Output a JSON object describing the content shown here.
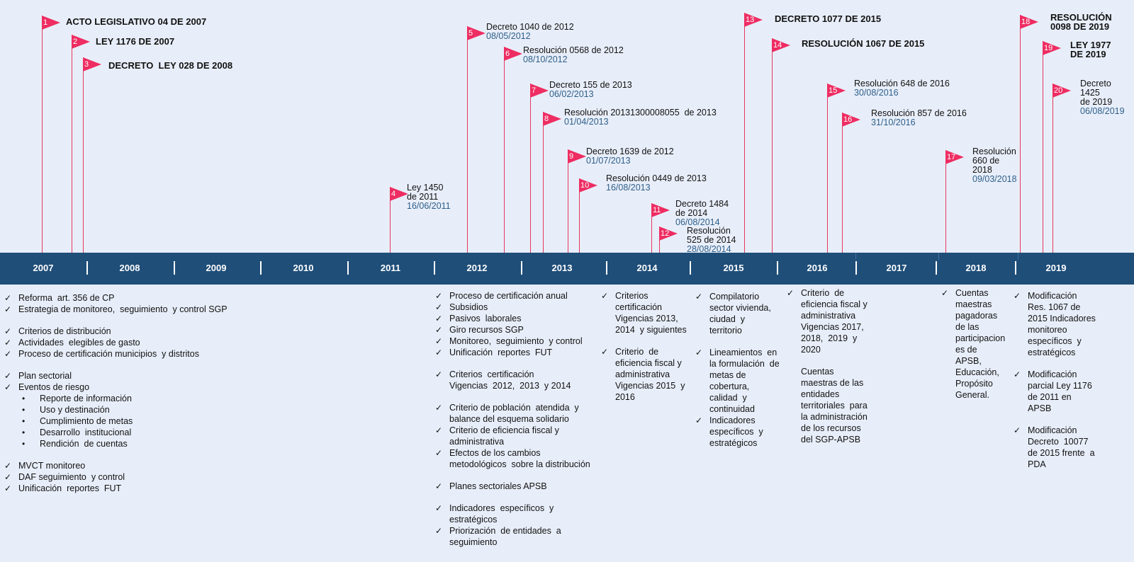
{
  "milestones": [
    {
      "n": "1",
      "title": "ACTO LEGISLATIVO 04 DE 2007",
      "date": ""
    },
    {
      "n": "2",
      "title": "LEY 1176 DE 2007",
      "date": ""
    },
    {
      "n": "3",
      "title": "DECRETO  LEY 028 DE 2008",
      "date": ""
    },
    {
      "n": "4",
      "title": "Ley 1450\nde 2011",
      "date": "16/06/2011"
    },
    {
      "n": "5",
      "title": "Decreto 1040 de 2012",
      "date": "08/05/2012"
    },
    {
      "n": "6",
      "title": "Resolución 0568 de 2012",
      "date": "08/10/2012"
    },
    {
      "n": "7",
      "title": "Decreto 155 de 2013",
      "date": "06/02/2013"
    },
    {
      "n": "8",
      "title": "Resolución 20131300008055  de 2013",
      "date": "01/04/2013"
    },
    {
      "n": "9",
      "title": "Decreto 1639 de 2012",
      "date": "01/07/2013"
    },
    {
      "n": "10",
      "title": "Resolución 0449 de 2013",
      "date": "16/08/2013"
    },
    {
      "n": "11",
      "title": "Decreto 1484\nde 2014",
      "date": "06/08/2014"
    },
    {
      "n": "12",
      "title": "Resolución\n525 de 2014",
      "date": "28/08/2014"
    },
    {
      "n": "13",
      "title": "DECRETO 1077 DE 2015",
      "date": ""
    },
    {
      "n": "14",
      "title": "RESOLUCIÓN 1067 DE 2015",
      "date": ""
    },
    {
      "n": "15",
      "title": "Resolución 648 de 2016",
      "date": "30/08/2016"
    },
    {
      "n": "16",
      "title": "Resolución 857 de 2016",
      "date": "31/10/2016"
    },
    {
      "n": "17",
      "title": "Resolución\n660 de\n2018",
      "date": "09/03/2018"
    },
    {
      "n": "18",
      "title": "RESOLUCIÓN\n0098 DE 2019",
      "date": ""
    },
    {
      "n": "19",
      "title": "LEY 1977\nDE 2019",
      "date": ""
    },
    {
      "n": "20",
      "title": "Decreto\n1425\nde 2019",
      "date": "06/08/2019"
    }
  ],
  "years": [
    "2007",
    "2008",
    "2009",
    "2010",
    "2011",
    "2012",
    "2013",
    "2014",
    "2015",
    "2016",
    "2017",
    "2018",
    "2019"
  ],
  "columns": [
    {
      "items": [
        {
          "t": "Reforma  art. 356 de CP"
        },
        {
          "t": "Estrategia de monitoreo,  seguimiento  y control SGP"
        },
        {
          "gap": true
        },
        {
          "t": "Criterios de distribución"
        },
        {
          "t": "Actividades  elegibles de gasto"
        },
        {
          "t": "Proceso de certificación municipios  y distritos"
        },
        {
          "gap": true
        },
        {
          "t": "Plan sectorial"
        },
        {
          "t": "Eventos de riesgo"
        },
        {
          "t": "Reporte de información",
          "sub": true
        },
        {
          "t": "Uso y destinación",
          "sub": true
        },
        {
          "t": "Cumplimiento de metas",
          "sub": true
        },
        {
          "t": "Desarrollo  institucional",
          "sub": true
        },
        {
          "t": "Rendición  de cuentas",
          "sub": true
        },
        {
          "gap": true
        },
        {
          "t": "MVCT monitoreo"
        },
        {
          "t": "DAF seguimiento  y control"
        },
        {
          "t": "Unificación  reportes  FUT"
        }
      ]
    },
    {
      "items": [
        {
          "t": "Proceso de certificación anual"
        },
        {
          "t": "Subsidios"
        },
        {
          "t": "Pasivos  laborales"
        },
        {
          "t": "Giro recursos SGP"
        },
        {
          "t": "Monitoreo,  seguimiento  y control"
        },
        {
          "t": "Unificación  reportes  FUT"
        },
        {
          "gap": true
        },
        {
          "t": "Criterios  certificación\nVigencias  2012,  2013  y 2014"
        },
        {
          "gap": true
        },
        {
          "t": "Criterio de población  atendida  y\nbalance del esquema solidario"
        },
        {
          "t": "Criterio de eficiencia fiscal y\nadministrativa"
        },
        {
          "t": "Efectos de los cambios\nmetodológicos  sobre la distribución"
        },
        {
          "gap": true
        },
        {
          "t": "Planes sectoriales APSB"
        },
        {
          "gap": true
        },
        {
          "t": "Indicadores  específicos  y\nestratégicos"
        },
        {
          "t": "Priorización  de entidades  a\nseguimiento"
        }
      ]
    },
    {
      "items": [
        {
          "t": "Criterios\ncertificación\nVigencias 2013,\n2014  y siguientes"
        },
        {
          "gap": true
        },
        {
          "t": "Criterio  de\neficiencia fiscal y\nadministrativa\nVigencias 2015  y\n2016"
        }
      ]
    },
    {
      "items": [
        {
          "t": "Compilatorio\nsector vivienda,\nciudad  y\nterritorio"
        },
        {
          "gap": true
        },
        {
          "t": "Lineamientos  en\nla formulación  de\nmetas de\ncobertura,\ncalidad  y\ncontinuidad"
        },
        {
          "t": "Indicadores\nespecíficos  y\nestratégicos"
        }
      ]
    },
    {
      "items": [
        {
          "t": "Criterio  de\neficiencia fiscal y\nadministrativa\nVigencias 2017,\n2018,  2019  y\n2020"
        },
        {
          "gap": true
        },
        {
          "t": "Cuentas\nmaestras de las\nentidades\nterritoriales  para\nla administración\nde los recursos\ndel SGP-APSB",
          "nocheck": true
        }
      ]
    },
    {
      "items": [
        {
          "t": "Cuentas\nmaestras\npagadoras\nde las\nparticipacion\nes de\nAPSB,\nEducación,\nPropósito\nGeneral."
        }
      ]
    },
    {
      "items": [
        {
          "t": "Modificación\nRes. 1067 de\n2015 Indicadores\nmonitoreo\nespecíficos  y\nestratégicos"
        },
        {
          "gap": true
        },
        {
          "t": "Modificación\nparcial Ley 1176\nde 2011 en\nAPSB"
        },
        {
          "gap": true
        },
        {
          "t": "Modificación\nDecreto  10077\nde 2015 frente  a\nPDA"
        }
      ]
    }
  ]
}
